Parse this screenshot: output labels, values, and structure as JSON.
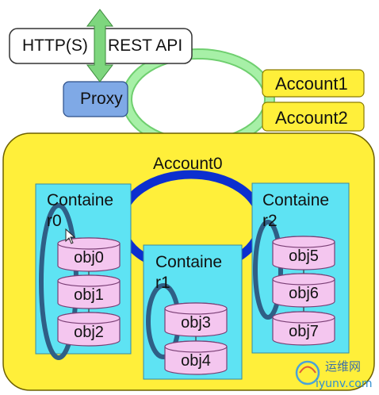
{
  "header": {
    "http_label": "HTTP(S)",
    "rest_label": "REST API",
    "proxy_label": "Proxy"
  },
  "accounts": {
    "account1": "Account1",
    "account2": "Account2",
    "account0": "Account0"
  },
  "containers": [
    {
      "id": "c0",
      "title_line1": "Containe",
      "title_line2": "r0",
      "objects": [
        "obj0",
        "obj1",
        "obj2"
      ]
    },
    {
      "id": "c1",
      "title_line1": "Containe",
      "title_line2": "r1",
      "objects": [
        "obj3",
        "obj4"
      ]
    },
    {
      "id": "c2",
      "title_line1": "Containe",
      "title_line2": "r2",
      "objects": [
        "obj5",
        "obj6",
        "obj7"
      ]
    }
  ],
  "watermark": {
    "cn": "运维网",
    "url": "iyunv.com"
  },
  "colors": {
    "account_yellow": "#ffef3a",
    "container_cyan": "#5ee3f3",
    "object_pink": "#f4c6ef",
    "proxy_blue": "#7fa9e6",
    "ring_green": "#a7f0a7",
    "ring_blue": "#0c2fcf",
    "loop_navy": "#2f5f86"
  }
}
